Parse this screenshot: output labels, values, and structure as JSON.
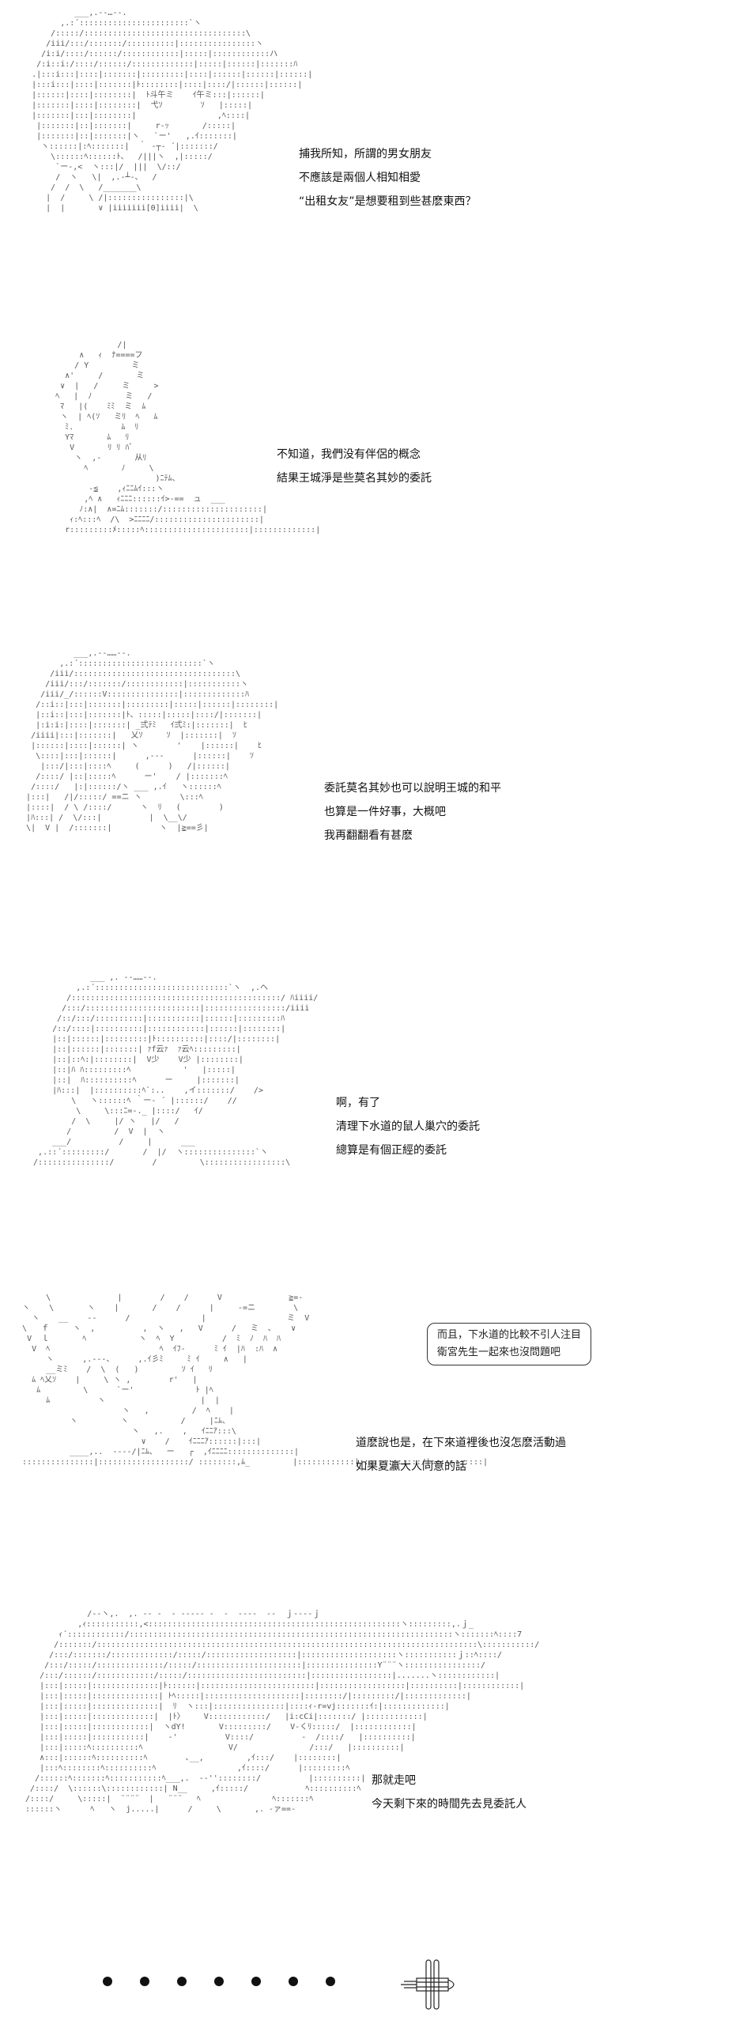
{
  "panels": [
    {
      "lines": [
        "捕我所知，所謂的男女朋友",
        "不應該是兩個人相知相愛",
        "“出租女友”是想要租到些甚麽東西？"
      ]
    },
    {
      "lines": [
        "不知道，我們没有伴侶的概念",
        "結果王城淨是些莫名其妙的委託"
      ]
    },
    {
      "lines": [
        "委託莫名其妙也可以說明王城的和平",
        "也算是一件好事，大概吧",
        "我再翻翻看有甚麽"
      ]
    },
    {
      "lines": [
        "啊，有了",
        "清理下水道的鼠人巢穴的委託",
        "總算是有個正經的委託"
      ]
    },
    {
      "bubble": [
        "而且，下水道的比較不引人注目",
        "衛宮先生一起來也沒問題吧"
      ],
      "lines": [
        "道麽說也是，在下來道裡後也沒怎麽活動過",
        "如果夏瀛大人同意的話"
      ]
    },
    {
      "lines": [
        "那就走吧",
        "今天剩下來的時間先去見委託人"
      ]
    }
  ]
}
